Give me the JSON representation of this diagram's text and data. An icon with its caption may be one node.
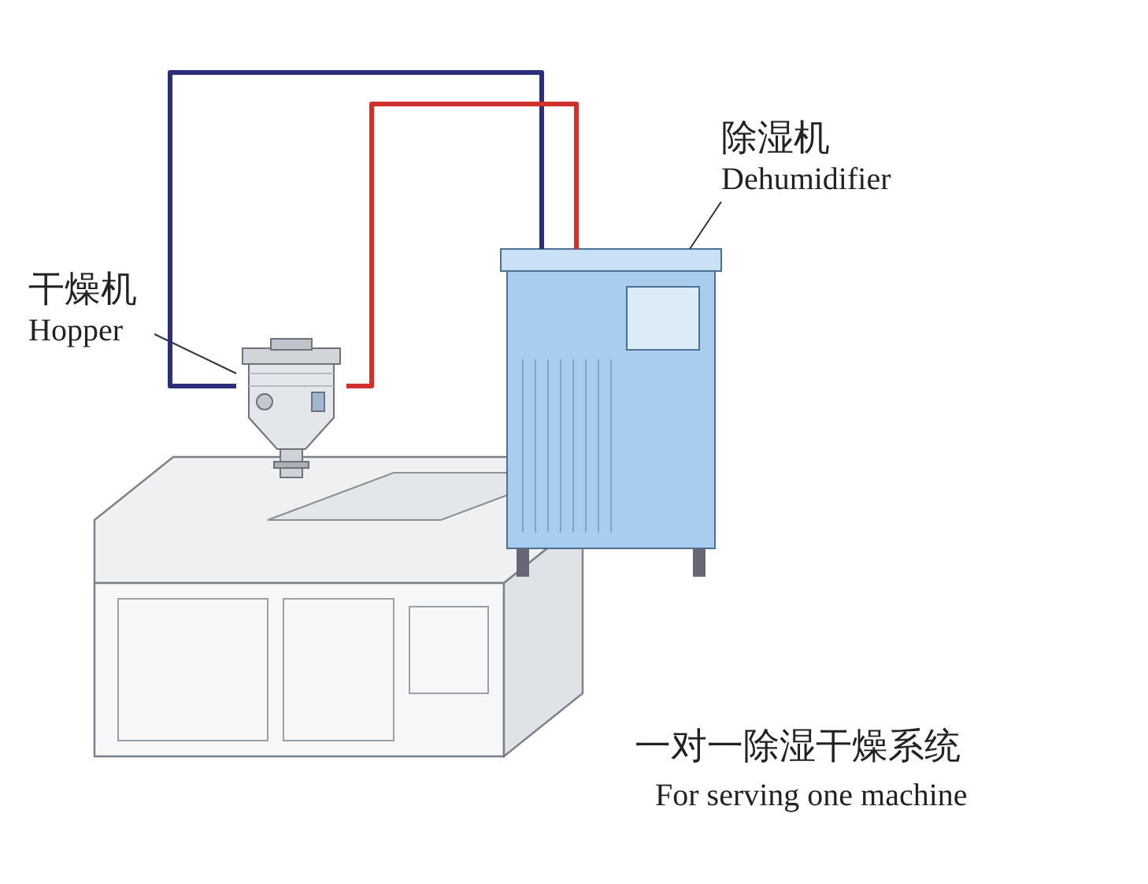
{
  "diagram": {
    "nodes": [
      {
        "text": [
          "除湿机",
          "Dehumidifier"
        ]
      },
      {
        "text": [
          "干燥机",
          "Hopper"
        ]
      },
      {
        "text": [],
        "shape": "picture"
      },
      {
        "text": [],
        "shape": "picture"
      }
    ],
    "edges": [
      {
        "from": 0,
        "to": 2,
        "arrow": "none",
        "color": "#333333"
      },
      {
        "from": 1,
        "to": 3,
        "arrow": "none",
        "color": "#333333"
      },
      {
        "from": 2,
        "to": 3,
        "arrow": "none",
        "style": "thick",
        "color": "#2b2f7a"
      },
      {
        "from": 2,
        "to": 3,
        "arrow": "none",
        "style": "thick",
        "color": "#d0312d"
      }
    ],
    "labels": [
      "一对一除湿干燥系统",
      "For serving one machine"
    ]
  }
}
